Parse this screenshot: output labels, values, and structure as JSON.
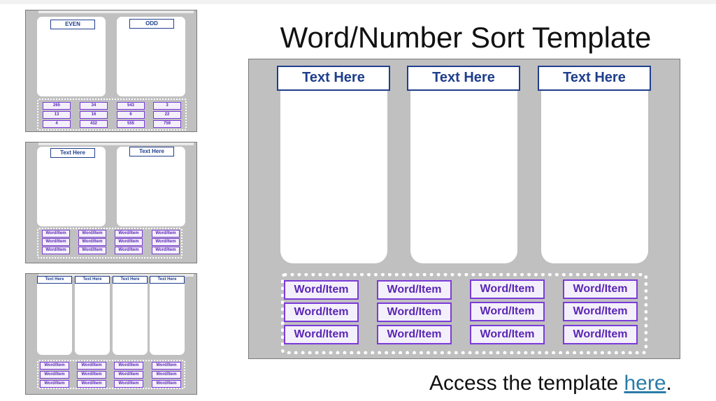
{
  "thumbnails": [
    {
      "headers": [
        "EVEN",
        "ODD"
      ],
      "items": [
        [
          "265",
          "34",
          "543",
          "3"
        ],
        [
          "13",
          "16",
          "6",
          "22"
        ],
        [
          "4",
          "432",
          "555",
          "759"
        ]
      ]
    },
    {
      "headers": [
        "Text Here",
        "Text Here"
      ],
      "items": [
        [
          "Word/Item",
          "Word/Item",
          "Word/Item",
          "Word/Item"
        ],
        [
          "Word/Item",
          "Word/Item",
          "Word/Item",
          "Word/Item"
        ],
        [
          "Word/Item",
          "Word/Item",
          "Word/Item",
          "Word/Item"
        ]
      ]
    },
    {
      "headers": [
        "Text Here",
        "Text Here",
        "Text Here",
        "Text Here"
      ],
      "items": [
        [
          "Word/Item",
          "Word/Item",
          "Word/Item",
          "Word/Item"
        ],
        [
          "Word/Item",
          "Word/Item",
          "Word/Item",
          "Word/Item"
        ],
        [
          "Word/Item",
          "Word/Item",
          "Word/Item",
          "Word/Item"
        ]
      ]
    }
  ],
  "main": {
    "title": "Word/Number Sort Template",
    "headers": [
      "Text Here",
      "Text Here",
      "Text Here"
    ],
    "items": [
      [
        "Word/Item",
        "Word/Item",
        "Word/Item",
        "Word/Item"
      ],
      [
        "Word/Item",
        "Word/Item",
        "Word/Item",
        "Word/Item"
      ],
      [
        "Word/Item",
        "Word/Item",
        "Word/Item",
        "Word/Item"
      ]
    ]
  },
  "footer": {
    "text": "Access the template ",
    "link": "here",
    "suffix": "."
  },
  "colors": {
    "slide_bg": "#c0c0c0",
    "header_blue": "#1f3e8c",
    "chip_purple": "#7a3bd8",
    "link": "#2b7ca8"
  }
}
